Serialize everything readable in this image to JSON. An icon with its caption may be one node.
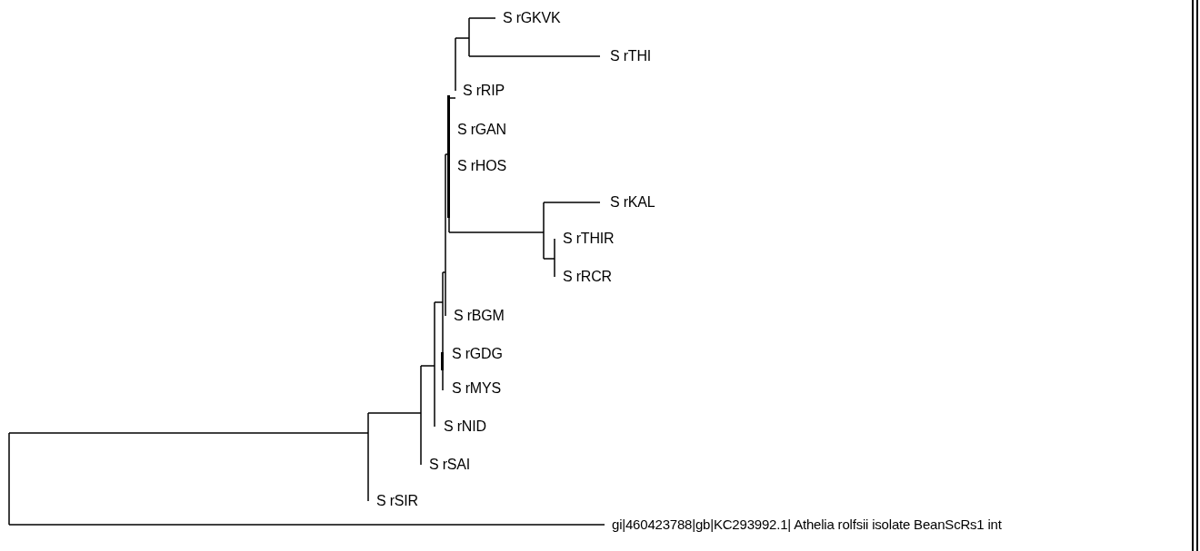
{
  "diagram": {
    "labels": [
      "S rGKVK",
      "S rTHI",
      "S rRIP",
      "S rGAN",
      "S rHOS",
      "S rKAL",
      "S rTHIR",
      "S rRCR",
      "S rBGM",
      "S rGDG",
      "S rMYS",
      "S rNID",
      "S rSAI",
      "S rSIR",
      "gi|460423788|gb|KC293992.1| Athelia rolfsii isolate BeanScRs1 int"
    ]
  }
}
